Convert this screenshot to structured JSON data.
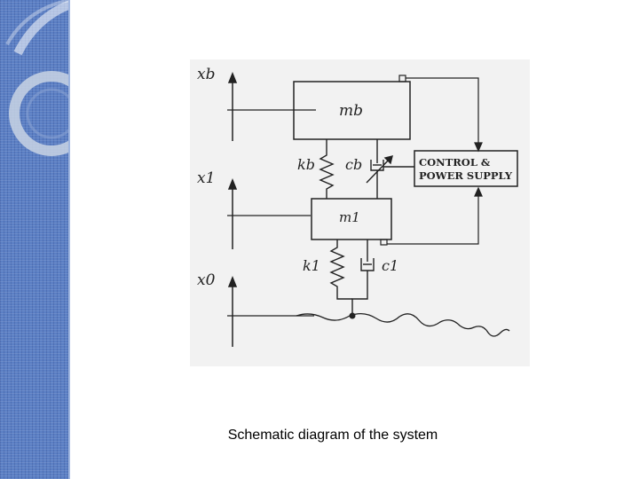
{
  "diagram": {
    "labels": {
      "xb": "xb",
      "x1": "x1",
      "x0": "x0",
      "mb": "mb",
      "m1": "m1",
      "kb": "kb",
      "cb": "cb",
      "k1": "k1",
      "c1": "c1"
    },
    "control_box": {
      "line1": "CONTROL &",
      "line2": "POWER SUPPLY"
    }
  },
  "caption": "Schematic diagram of the system"
}
